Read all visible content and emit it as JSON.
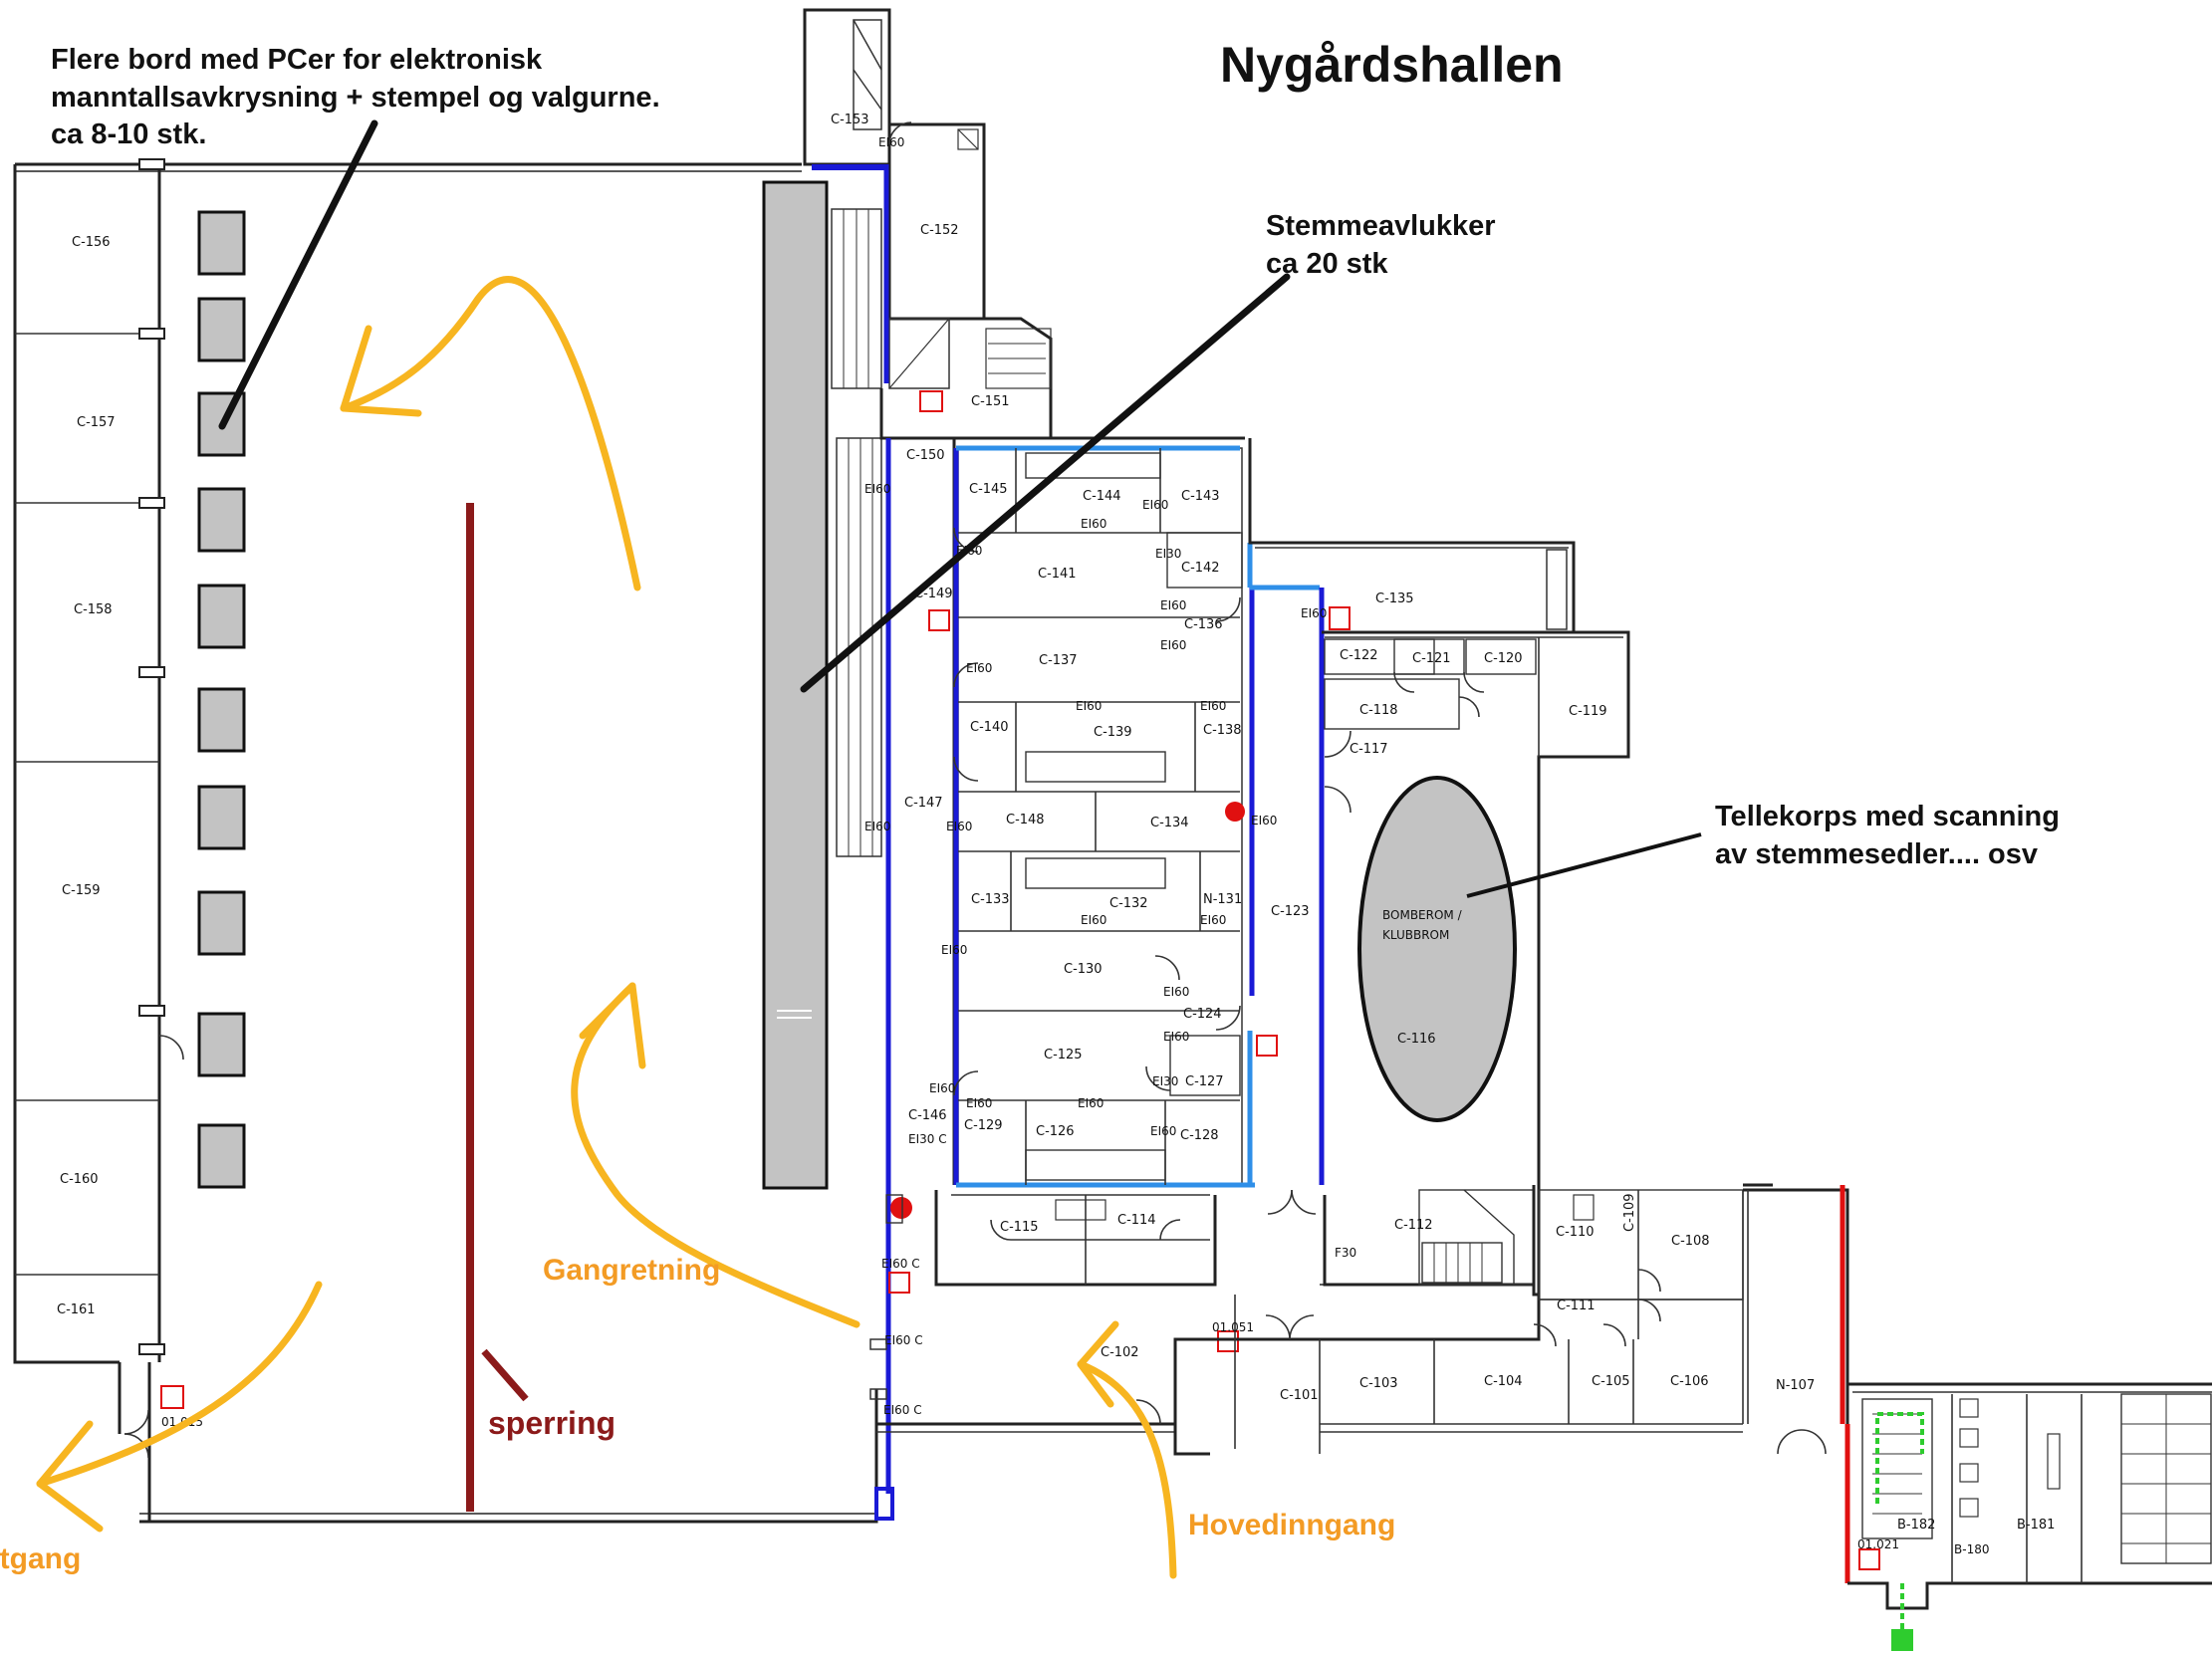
{
  "title": "Nygårdshallen",
  "annotations": {
    "tables_line1": "Flere bord med PCer for elektronisk",
    "tables_line2": "manntallsavkrysning + stempel og valgurne.",
    "tables_line3": "ca 8-10 stk.",
    "booths_line1": "Stemmeavlukker",
    "booths_line2": "ca 20 stk",
    "counting_line1": "Tellekorps med scanning",
    "counting_line2": "av stemmesedler.... osv",
    "walk_direction": "Gangretning",
    "barrier": "sperring",
    "main_entrance": "Hovedinngang",
    "exit": "Utgang"
  },
  "rooms": {
    "c156": "C-156",
    "c157": "C-157",
    "c158": "C-158",
    "c159": "C-159",
    "c160": "C-160",
    "c161": "C-161",
    "c153": "C-153",
    "c152": "C-152",
    "c151": "C-151",
    "c150": "C-150",
    "c149": "C-149",
    "c148": "C-148",
    "c147": "C-147",
    "c146": "C-146",
    "c145": "C-145",
    "c144": "C-144",
    "c143": "C-143",
    "c142": "C-142",
    "c141": "C-141",
    "c140": "C-140",
    "c139": "C-139",
    "c138": "C-138",
    "c137": "C-137",
    "c136": "C-136",
    "c135": "C-135",
    "c134": "C-134",
    "c133": "C-133",
    "c132": "C-132",
    "n131": "N-131",
    "c130": "C-130",
    "c129": "C-129",
    "c128": "C-128",
    "c127": "C-127",
    "c126": "C-126",
    "c125": "C-125",
    "c124": "C-124",
    "c123": "C-123",
    "c122": "C-122",
    "c121": "C-121",
    "c120": "C-120",
    "c119": "C-119",
    "c118": "C-118",
    "c117": "C-117",
    "c116": "C-116",
    "c115": "C-115",
    "c114": "C-114",
    "c112": "C-112",
    "c111": "C-111",
    "c110": "C-110",
    "c109": "C-109",
    "c108": "C-108",
    "c106": "C-106",
    "c105": "C-105",
    "c104": "C-104",
    "c103": "C-103",
    "c102": "C-102",
    "c101": "C-101",
    "n107": "N-107",
    "b182": "B-182",
    "b181": "B-181",
    "b180": "B-180",
    "bomberom1": "BOMBEROM /",
    "bomberom2": "KLUBBROM"
  },
  "door_labels": {
    "ei60": "EI60",
    "ei60c": "EI60 C",
    "ei30c": "EI30 C",
    "ei30": "EI30",
    "f30": "F30",
    "ref_01051": "01.051",
    "ref_01015": "01.015",
    "ref_01021": "01.021"
  },
  "colors": {
    "arrow": "#f7b520",
    "annotation_orange": "#f39b24",
    "barrier": "#8b1a1a",
    "fire_wall_blue": "#1a1ad6",
    "light_blue": "#2f8fe8",
    "booth_fill": "#c3c3c3",
    "exit_green": "#2ecc2e",
    "red_wall": "#e01010"
  },
  "icons": [
    "fire-extinguisher-icon",
    "emergency-exit-icon",
    "door-swing-icon",
    "stairs-icon"
  ]
}
